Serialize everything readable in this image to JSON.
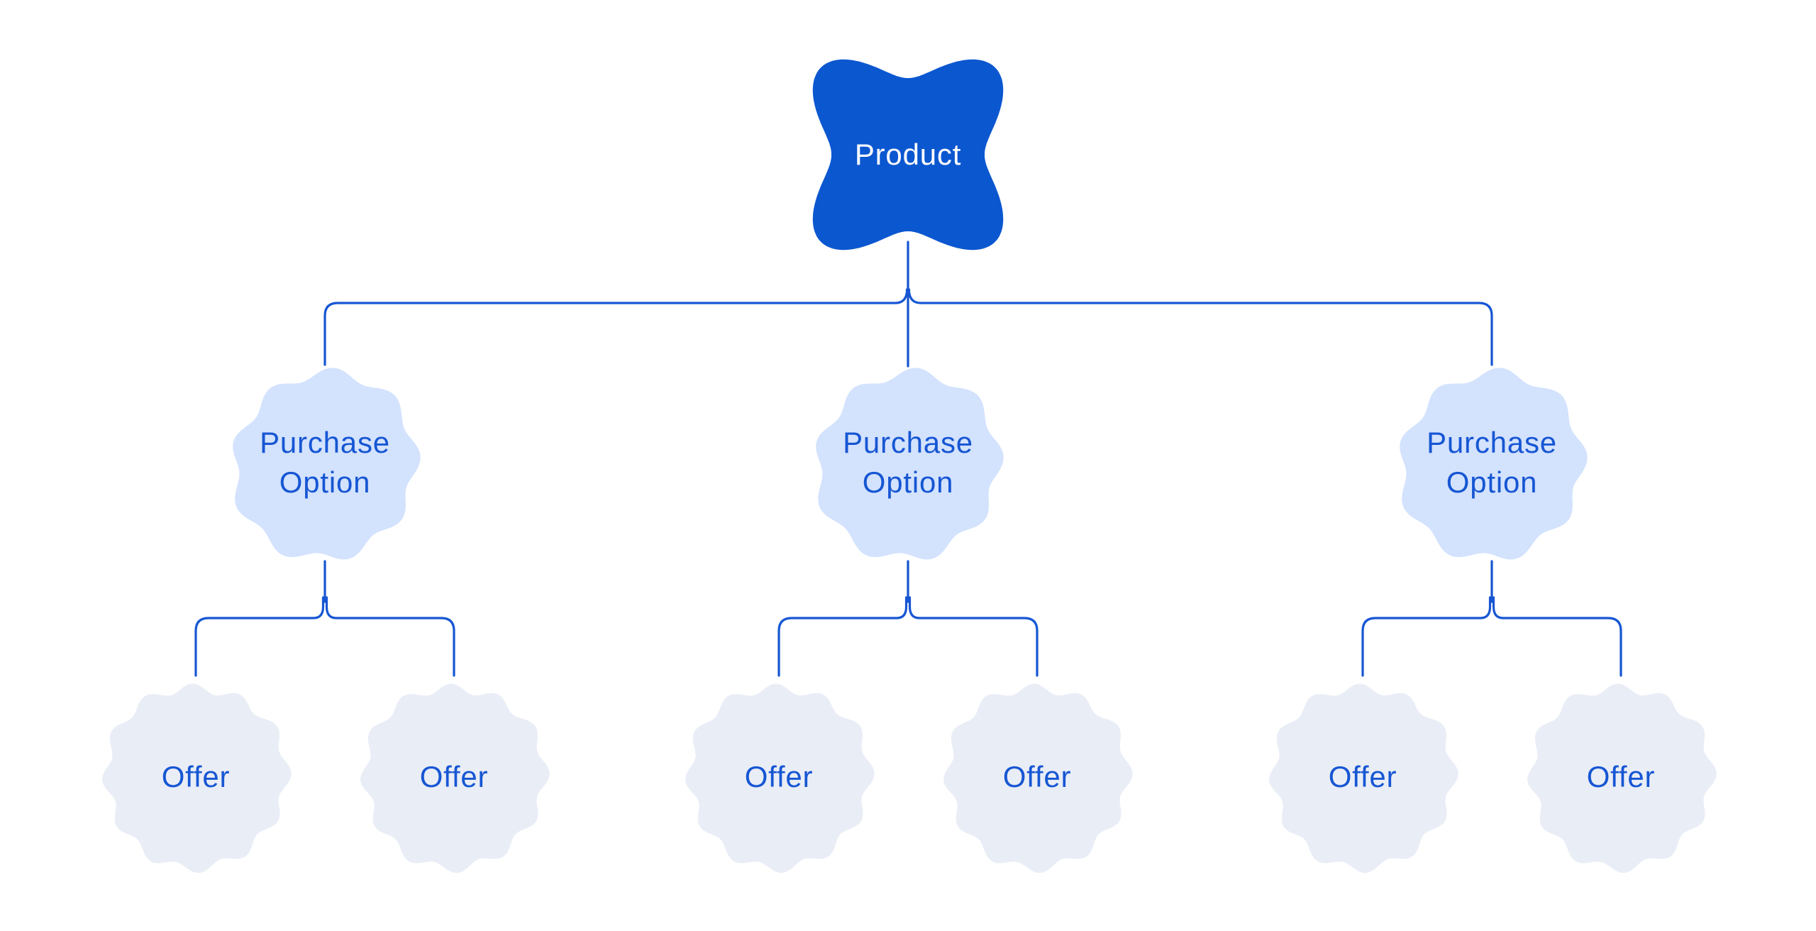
{
  "colors": {
    "background": "#ffffff",
    "product_fill": "#0b57d0",
    "product_text": "#ffffff",
    "purchase_option_fill": "#d3e2fd",
    "offer_fill": "#e9edf6",
    "node_text": "#1656d3",
    "connector_line": "#1656d3"
  },
  "tree": {
    "root": {
      "label": "Product"
    },
    "purchase_options": [
      {
        "label": "Purchase Option"
      },
      {
        "label": "Purchase Option"
      },
      {
        "label": "Purchase Option"
      }
    ],
    "offers": [
      {
        "label": "Offer"
      },
      {
        "label": "Offer"
      },
      {
        "label": "Offer"
      },
      {
        "label": "Offer"
      },
      {
        "label": "Offer"
      },
      {
        "label": "Offer"
      }
    ]
  }
}
